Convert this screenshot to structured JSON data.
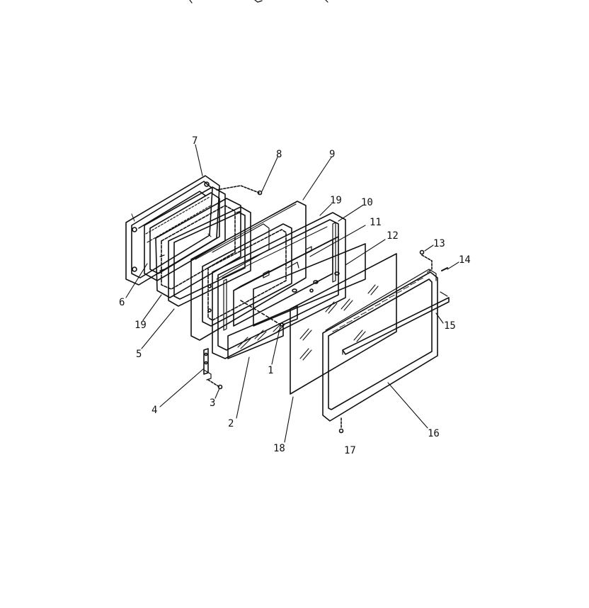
{
  "diagram": {
    "callouts": [
      {
        "id": "c7",
        "text": "7"
      },
      {
        "id": "c8",
        "text": "8"
      },
      {
        "id": "c9",
        "text": "9"
      },
      {
        "id": "c19a",
        "text": "19"
      },
      {
        "id": "c10",
        "text": "10"
      },
      {
        "id": "c11",
        "text": "11"
      },
      {
        "id": "c12",
        "text": "12"
      },
      {
        "id": "c13",
        "text": "13"
      },
      {
        "id": "c14",
        "text": "14"
      },
      {
        "id": "c15",
        "text": "15"
      },
      {
        "id": "c16",
        "text": "16"
      },
      {
        "id": "c17",
        "text": "17"
      },
      {
        "id": "c18",
        "text": "18"
      },
      {
        "id": "c1",
        "text": "1"
      },
      {
        "id": "c2",
        "text": "2"
      },
      {
        "id": "c3",
        "text": "3"
      },
      {
        "id": "c4",
        "text": "4"
      },
      {
        "id": "c5",
        "text": "5"
      },
      {
        "id": "c19b",
        "text": "19"
      },
      {
        "id": "c6",
        "text": "6"
      }
    ]
  }
}
